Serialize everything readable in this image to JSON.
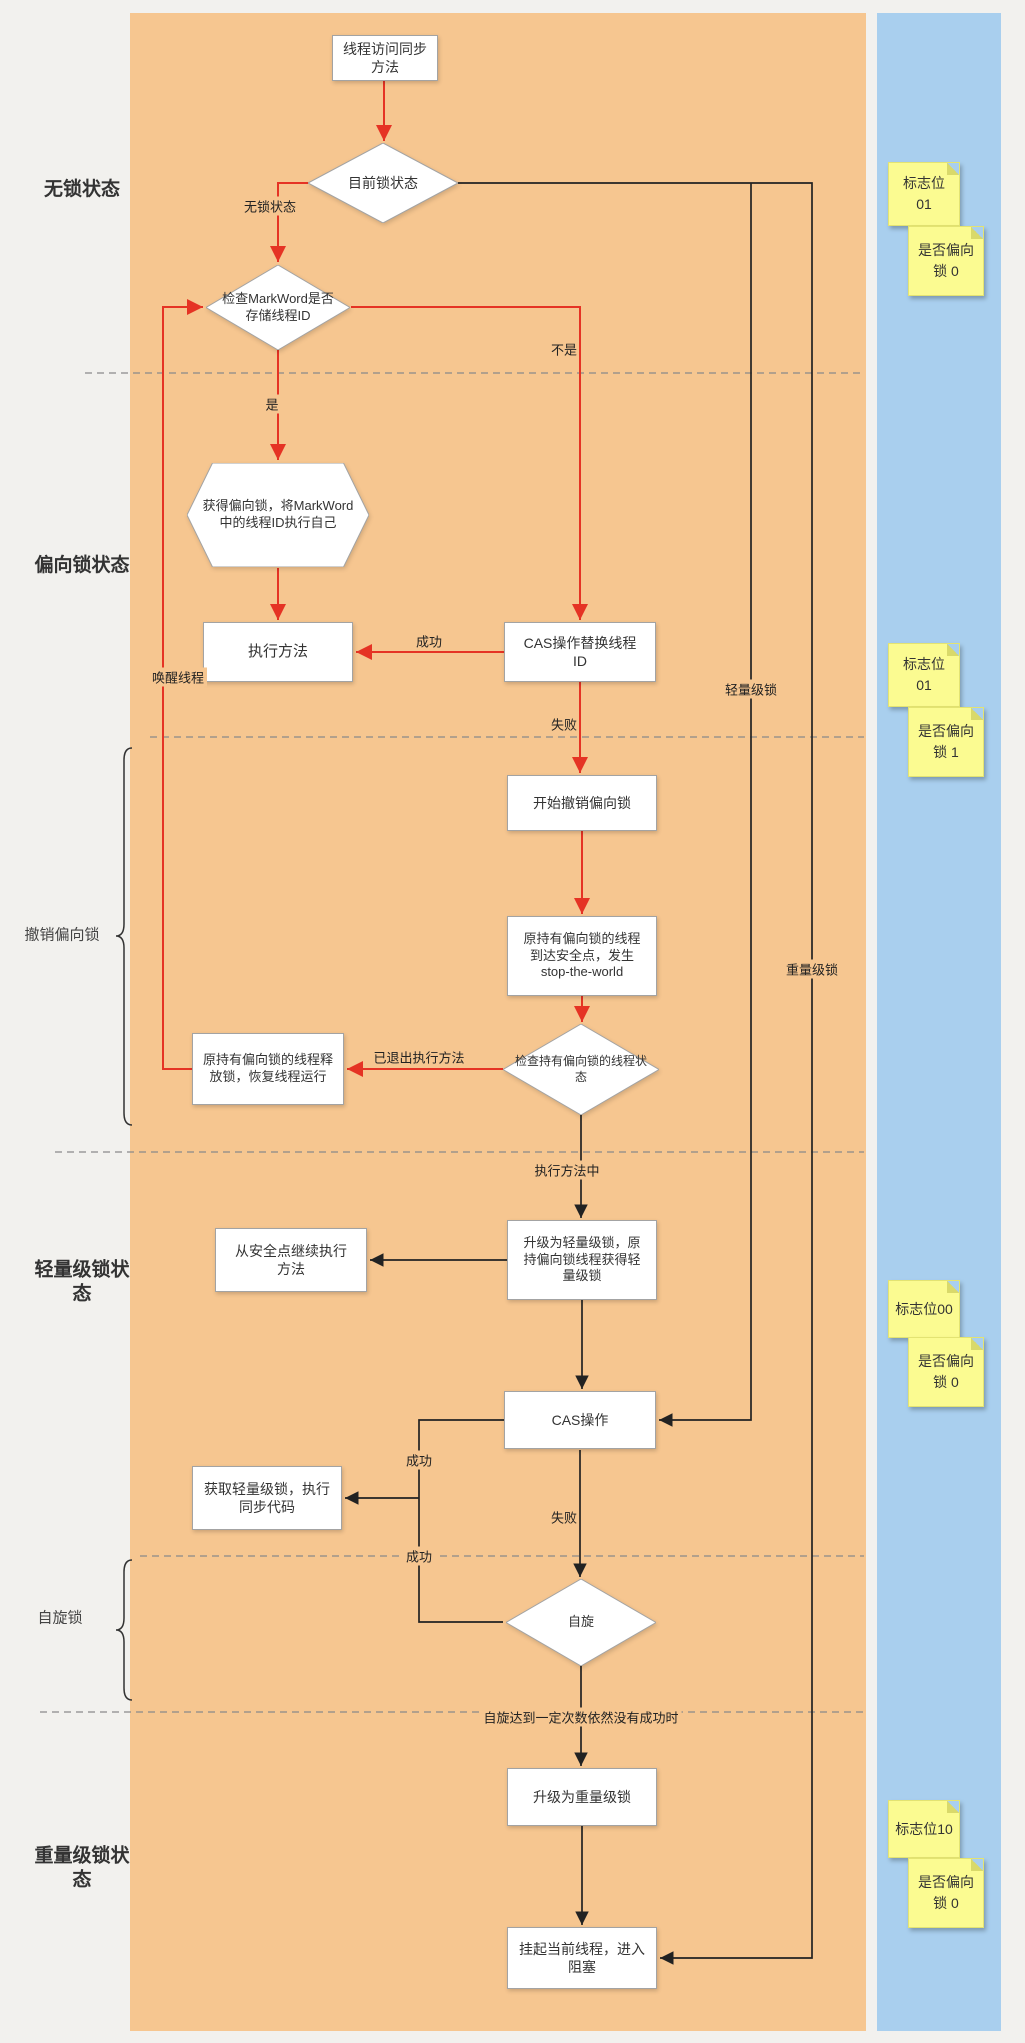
{
  "left_labels": {
    "no_lock_state": "无锁状态",
    "biased_state": "偏向锁状态",
    "revoke_biased": "撤销偏向锁",
    "lightweight_state": "轻量级锁状态",
    "spin_lock": "自旋锁",
    "heavyweight_state": "重量级锁状态"
  },
  "nodes": {
    "start": "线程访问同步方法",
    "current_lock_state": "目前锁状态",
    "check_markword": "检查MarkWord是否存储线程ID",
    "acquire_biased": "获得偏向锁，将MarkWord中的线程ID执行自己",
    "execute_method": "执行方法",
    "cas_replace_tid": "CAS操作替换线程ID",
    "start_revoke": "开始撤销偏向锁",
    "stop_the_world": "原持有偏向锁的线程到达安全点，发生stop-the-world",
    "check_thread_state": "检查持有偏向锁的线程状态",
    "release_lock": "原持有偏向锁的线程释放锁，恢复线程运行",
    "upgrade_lightweight": "升级为轻量级锁，原持偏向锁线程获得轻量级锁",
    "continue_from_safepoint": "从安全点继续执行方法",
    "cas_op": "CAS操作",
    "acquire_lightweight": "获取轻量级锁，执行同步代码",
    "spin": "自旋",
    "upgrade_heavyweight": "升级为重量级锁",
    "suspend_thread": "挂起当前线程，进入阻塞"
  },
  "edge_labels": {
    "no_lock": "无锁状态",
    "not": "不是",
    "yes": "是",
    "success_cas_replace": "成功",
    "wake_thread": "唤醒线程",
    "lightweight": "轻量级锁",
    "fail_cas_replace": "失败",
    "heavyweight": "重量级锁",
    "exited_method": "已退出执行方法",
    "executing_method": "执行方法中",
    "success_cas": "成功",
    "fail_cas": "失败",
    "success_spin": "成功",
    "spin_limit": "自旋达到一定次数依然没有成功时"
  },
  "notes": [
    {
      "lines": [
        "标志位",
        "01"
      ]
    },
    {
      "lines": [
        "是否偏向",
        "锁 0"
      ]
    },
    {
      "lines": [
        "标志位",
        "01"
      ]
    },
    {
      "lines": [
        "是否偏向",
        "锁 1"
      ]
    },
    {
      "lines": [
        "标志位00"
      ]
    },
    {
      "lines": [
        "是否偏向",
        "锁 0"
      ]
    },
    {
      "lines": [
        "标志位10"
      ]
    },
    {
      "lines": [
        "是否偏向",
        "锁 0"
      ]
    }
  ],
  "colors": {
    "panel_orange": "#f6c690",
    "panel_blue": "#a9cfee",
    "note_yellow": "#fbfb91",
    "arrow_red": "#e53324",
    "arrow_black": "#222222",
    "background": "#f2f1ee"
  }
}
